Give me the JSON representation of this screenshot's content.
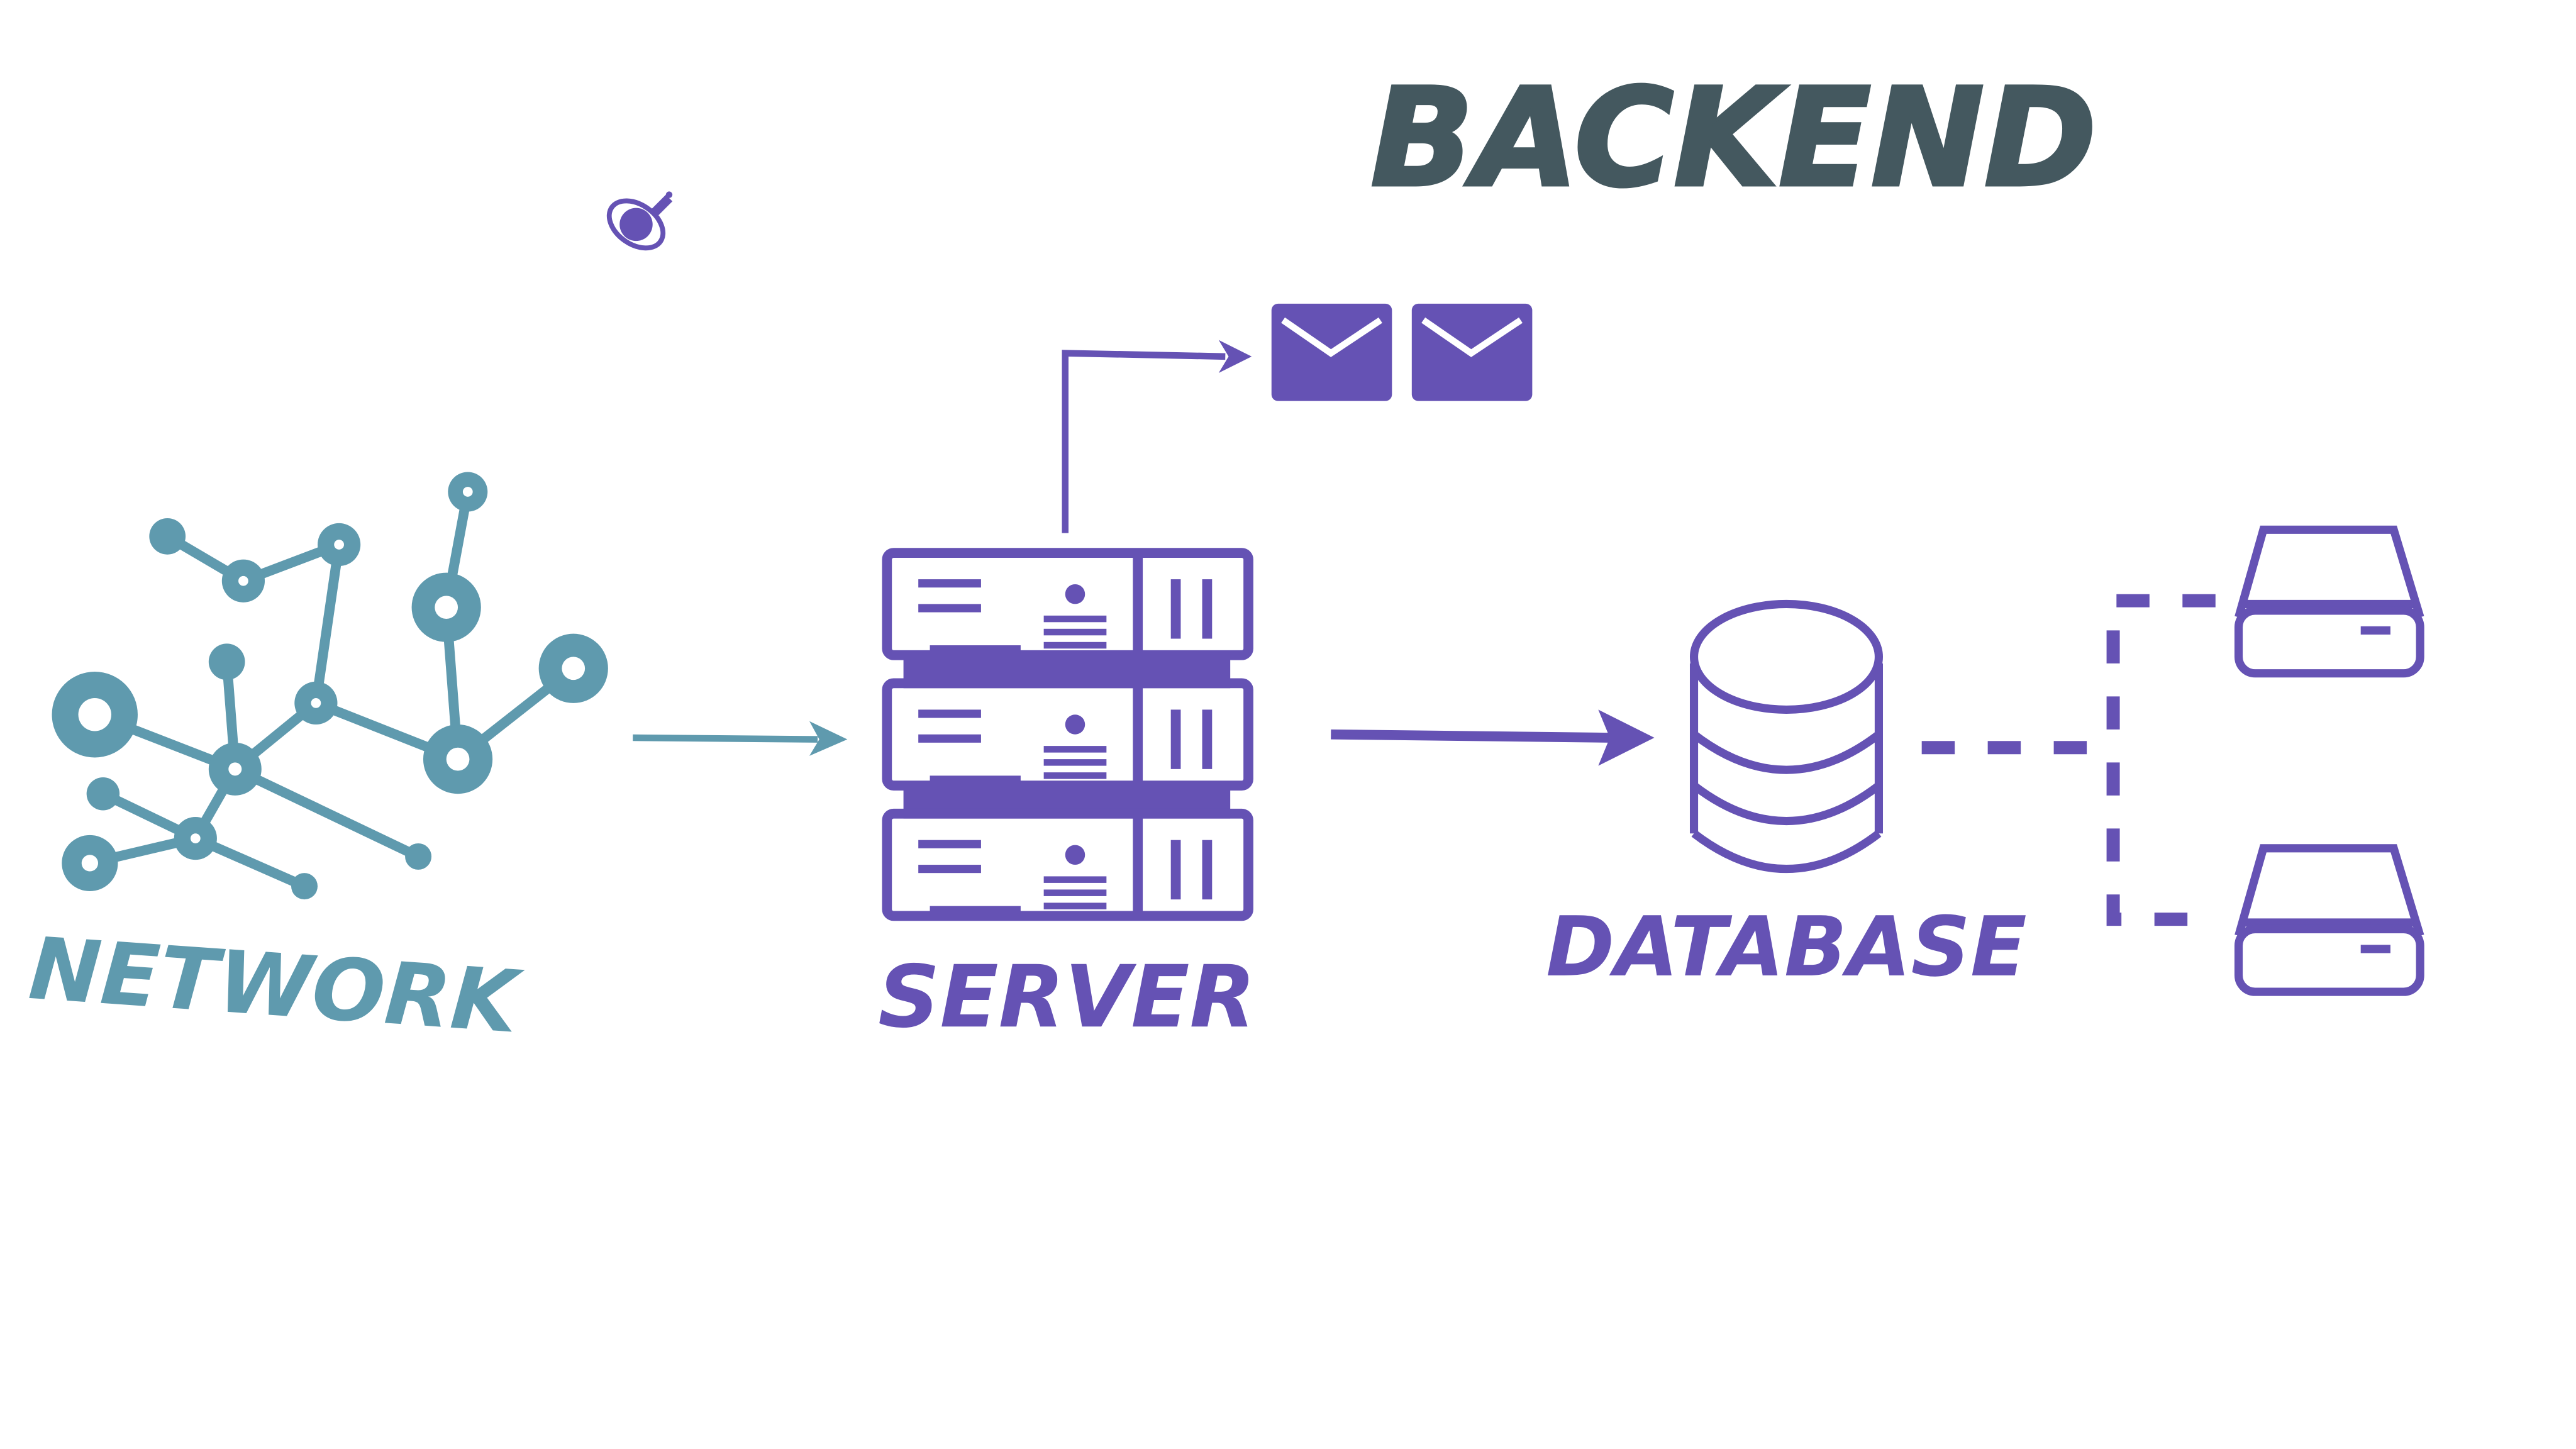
{
  "title": "BACKEND",
  "labels": {
    "network": "NETWORK",
    "server": "SERVER",
    "database": "DATABASE"
  },
  "icons": {
    "logo": "rocket-planet-icon",
    "network": "network-graph-icon",
    "server": "server-rack-icon",
    "messages": "envelope-icon",
    "database": "database-cylinder-icon",
    "storage": "hard-drive-icon"
  },
  "colors": {
    "title": "#44585f",
    "network": "#5f9aae",
    "accent": "#6552b4",
    "background": "#ffffff"
  }
}
